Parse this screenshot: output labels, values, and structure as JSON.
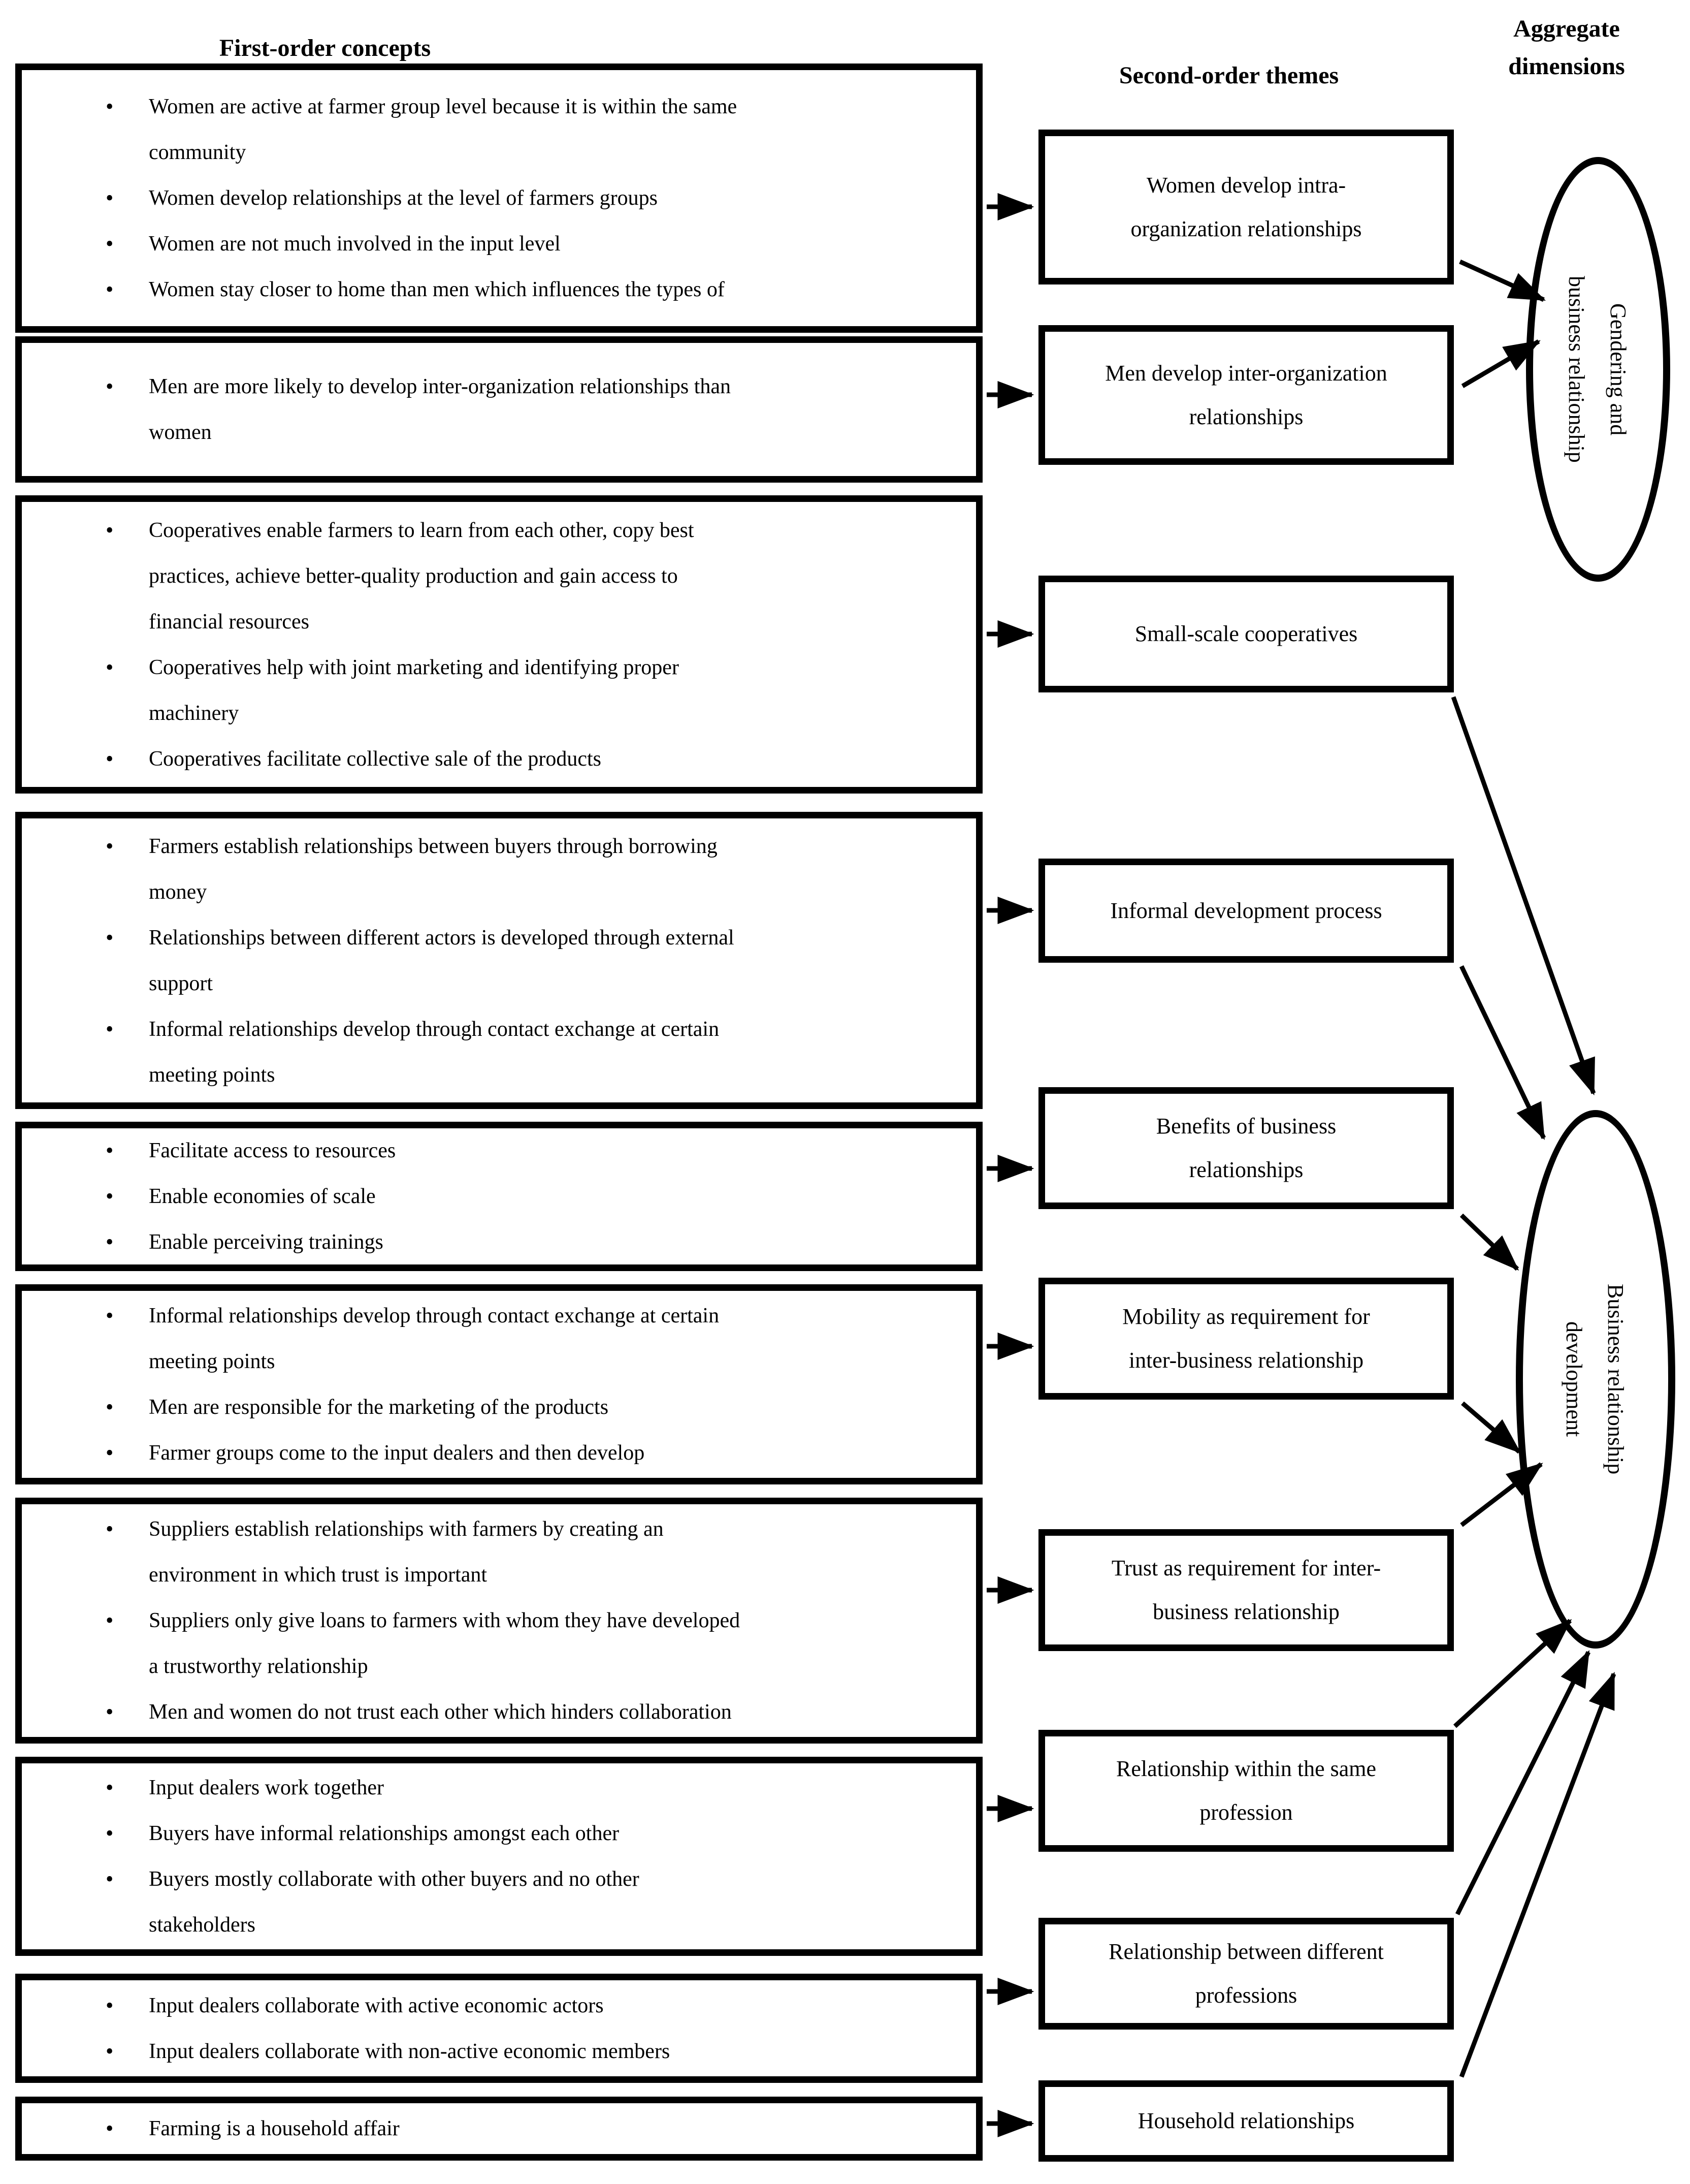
{
  "headers": {
    "first_order": "First-order concepts",
    "second_order": "Second-order themes",
    "aggregate": [
      "Aggregate",
      "dimensions"
    ]
  },
  "first_order_boxes": [
    {
      "bullets": [
        [
          "Women are active at farmer group level because it is within the same",
          "community"
        ],
        [
          "Women develop relationships at the level of farmers groups"
        ],
        [
          "Women are not much involved in the input level"
        ],
        [
          "Women stay closer to home than men which influences the types of"
        ]
      ]
    },
    {
      "bullets": [
        [
          "Men are more likely to develop inter-organization relationships than",
          "women"
        ]
      ]
    },
    {
      "bullets": [
        [
          "Cooperatives enable farmers to learn from each other, copy best",
          "practices, achieve better-quality production and gain access to",
          "financial resources"
        ],
        [
          "Cooperatives help with joint marketing and identifying proper",
          "machinery"
        ],
        [
          "Cooperatives facilitate collective sale of the products"
        ]
      ]
    },
    {
      "bullets": [
        [
          "Farmers establish relationships between buyers through borrowing",
          "money"
        ],
        [
          "Relationships between different actors is developed through external",
          "support"
        ],
        [
          "Informal relationships develop through contact exchange at certain",
          "meeting points"
        ]
      ]
    },
    {
      "bullets": [
        [
          "Facilitate access to resources"
        ],
        [
          "Enable economies of scale"
        ],
        [
          "Enable perceiving trainings"
        ]
      ]
    },
    {
      "bullets": [
        [
          "Informal relationships develop through contact exchange at certain",
          "meeting points"
        ],
        [
          "Men are responsible for the marketing of the products"
        ],
        [
          "Farmer groups come to the input dealers and then develop"
        ]
      ]
    },
    {
      "bullets": [
        [
          "Suppliers establish relationships with farmers by creating an",
          "environment in which trust is important"
        ],
        [
          "Suppliers only give loans to farmers with whom they have developed",
          "a trustworthy relationship"
        ],
        [
          "Men and women do not trust each other which hinders collaboration"
        ]
      ]
    },
    {
      "bullets": [
        [
          "Input dealers work together"
        ],
        [
          "Buyers have informal relationships amongst each other"
        ],
        [
          "Buyers mostly collaborate with other buyers and no other",
          "stakeholders"
        ]
      ]
    },
    {
      "bullets": [
        [
          "Input dealers collaborate with active economic actors"
        ],
        [
          "Input dealers collaborate with non-active economic members"
        ]
      ]
    },
    {
      "bullets": [
        [
          "Farming is a household affair"
        ]
      ]
    }
  ],
  "second_order_themes": [
    {
      "label": [
        "Women develop intra-",
        "organization relationships"
      ]
    },
    {
      "label": [
        "Men develop inter-organization",
        "relationships"
      ]
    },
    {
      "label": [
        "Small-scale cooperatives"
      ]
    },
    {
      "label": [
        "Informal development process"
      ]
    },
    {
      "label": [
        "Benefits of business",
        "relationships"
      ]
    },
    {
      "label": [
        "Mobility as requirement for",
        "inter-business relationship"
      ]
    },
    {
      "label": [
        "Trust as requirement for inter-",
        "business relationship"
      ]
    },
    {
      "label": [
        "Relationship within the same",
        "profession"
      ]
    },
    {
      "label": [
        "Relationship between different",
        "professions"
      ]
    },
    {
      "label": [
        "Household relationships"
      ]
    }
  ],
  "aggregate_dimensions": [
    {
      "label": [
        "Gendering and",
        "business relationship"
      ]
    },
    {
      "label": [
        "Business relationship",
        "development"
      ]
    }
  ],
  "colors": {
    "ink": "#000000",
    "background": "#ffffff"
  }
}
